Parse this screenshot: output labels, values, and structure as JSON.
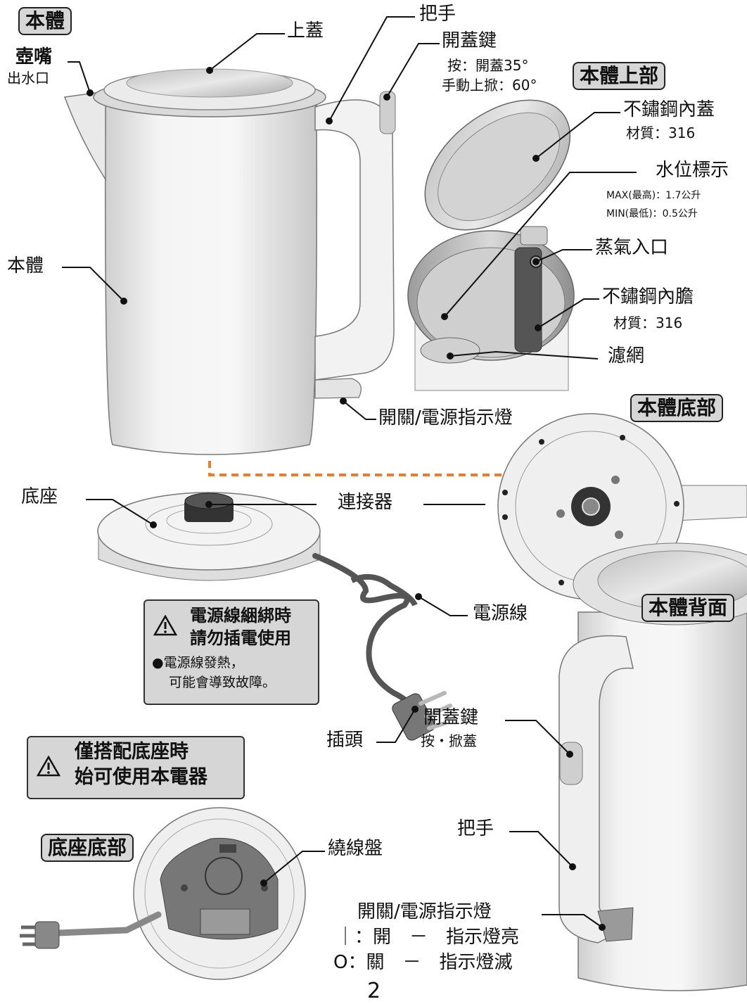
{
  "tags": {
    "body": "本體",
    "top": "本體上部",
    "bottom": "本體底部",
    "back": "本體背面",
    "base_bottom": "底座底部"
  },
  "labels": {
    "spout": "壺嘴",
    "spout_sub": "出水口",
    "lid": "上蓋",
    "handle": "把手",
    "lid_button": "開蓋鍵",
    "lid_button_note1": "按：開蓋35°",
    "lid_button_note2": "手動上掀：60°",
    "body": "本體",
    "switch": "開關/電源指示燈",
    "base": "底座",
    "connector": "連接器",
    "cord": "電源線",
    "plug": "插頭",
    "inner_lid": "不鏽鋼內蓋",
    "inner_lid_material": "材質：316",
    "water_level": "水位標示",
    "water_max": "MAX(最高)：1.7公升",
    "water_min": "MIN(最低)：0.5公升",
    "steam_inlet": "蒸氣入口",
    "inner_pot": "不鏽鋼內膽",
    "inner_pot_material": "材質：316",
    "filter": "濾網",
    "back_lid_button": "開蓋鍵",
    "back_lid_button_note": "按・掀蓋",
    "back_handle": "把手",
    "back_switch": "開關/電源指示燈",
    "switch_on": "｜：開　－　指示燈亮",
    "switch_off": "O：關　－　指示燈滅",
    "cord_reel": "繞線盤"
  },
  "warnings": {
    "cord": {
      "line1": "電源線綑綁時",
      "line2": "請勿插電使用",
      "note1": "●電源線發熱，",
      "note2": "可能會導致故障。"
    },
    "base": {
      "line1": "僅搭配底座時",
      "line2": "始可使用本電器"
    }
  },
  "page_number": "2",
  "colors": {
    "accent_dashes": "#ee7a2a",
    "box_fill": "#d6d6d6",
    "line": "#1a1a1a"
  }
}
